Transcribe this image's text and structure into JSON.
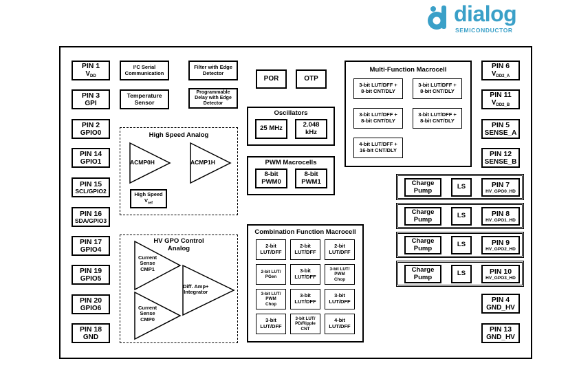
{
  "logo": {
    "word": "dialog",
    "tagline": "SEMICONDUCTOR",
    "color": "#3aa0c8"
  },
  "pins_left": [
    {
      "line1": "PIN 1",
      "line2": "V",
      "sub": "DD"
    },
    {
      "line1": "PIN 3",
      "line2": "GPI"
    },
    {
      "line1": "PIN 2",
      "line2": "GPIO0"
    },
    {
      "line1": "PIN 14",
      "line2": "GPIO1"
    },
    {
      "line1": "PIN 15",
      "line2": "SCL/GPIO2"
    },
    {
      "line1": "PIN 16",
      "line2": "SDA/GPIO3"
    },
    {
      "line1": "PIN 17",
      "line2": "GPIO4"
    },
    {
      "line1": "PIN 19",
      "line2": "GPIO5"
    },
    {
      "line1": "PIN 20",
      "line2": "GPIO6"
    },
    {
      "line1": "PIN 18",
      "line2": "GND"
    }
  ],
  "pins_right": [
    {
      "line1": "PIN 6",
      "line2": "V",
      "sub": "DD2_A"
    },
    {
      "line1": "PIN 11",
      "line2": "V",
      "sub": "DD2_B"
    },
    {
      "line1": "PIN 5",
      "line2": "SENSE_A"
    },
    {
      "line1": "PIN 12",
      "line2": "SENSE_B"
    }
  ],
  "hv_channels": [
    {
      "pump": "Charge Pump",
      "ls": "LS",
      "pin": "PIN 7",
      "name": "HV_GPO0_HD"
    },
    {
      "pump": "Charge Pump",
      "ls": "LS",
      "pin": "PIN 8",
      "name": "HV_GPO1_HD"
    },
    {
      "pump": "Charge Pump",
      "ls": "LS",
      "pin": "PIN 9",
      "name": "HV_GPO2_HD"
    },
    {
      "pump": "Charge Pump",
      "ls": "LS",
      "pin": "PIN 10",
      "name": "HV_GPO3_HD"
    }
  ],
  "pins_hv_gnd": [
    {
      "line1": "PIN 4",
      "line2": "GND_HV"
    },
    {
      "line1": "PIN 13",
      "line2": "GND_HV"
    }
  ],
  "blocks": {
    "i2c_line1": "I²C Serial",
    "i2c_line2": "Communication",
    "filter": "Filter with Edge Detector",
    "temp": "Temperature Sensor",
    "delay": "Programmable Delay with Edge Detector",
    "por": "POR",
    "otp": "OTP"
  },
  "oscillators": {
    "title": "Oscillators",
    "osc1": "25 MHz",
    "osc2_line1": "2.048",
    "osc2_line2": "kHz"
  },
  "pwm": {
    "title": "PWM Macrocells",
    "pwm0_line1": "8-bit",
    "pwm0_line2": "PWM0",
    "pwm1_line1": "8-bit",
    "pwm1_line2": "PWM1"
  },
  "multi_function": {
    "title": "Multi-Function Macrocell",
    "cells": [
      {
        "line1": "3-bit LUT/DFF +",
        "line2": "8-bit CNT/DLY"
      },
      {
        "line1": "3-bit LUT/DFF +",
        "line2": "8-bit CNT/DLY"
      },
      {
        "line1": "3-bit LUT/DFF +",
        "line2": "8-bit CNT/DLY"
      },
      {
        "line1": "3-bit LUT/DFF +",
        "line2": "8-bit CNT/DLY"
      },
      {
        "line1": "4-bit LUT/DFF +",
        "line2": "16-bit CNT/DLY"
      }
    ]
  },
  "high_speed_analog": {
    "title": "High Speed Analog",
    "acmp0": "ACMP0H",
    "acmp1": "ACMP1H",
    "vref_line1": "High Speed",
    "vref_line2": "V",
    "vref_sub": "ref"
  },
  "hv_gpo_control": {
    "title_line1": "HV GPO Control",
    "title_line2": "Analog",
    "cmp1": [
      "Current",
      "Sense",
      "CMP1"
    ],
    "cmp0": [
      "Current",
      "Sense",
      "CMP0"
    ],
    "amp": [
      "Diff. Amp+",
      "Integrator"
    ]
  },
  "combination": {
    "title": "Combination Function Macrocell",
    "cells": [
      [
        "2-bit",
        "LUT/DFF"
      ],
      [
        "2-bit",
        "LUT/DFF"
      ],
      [
        "2-bit",
        "LUT/DFF"
      ],
      [
        "2-bit LUT/",
        "PGen"
      ],
      [
        "3-bit",
        "LUT/DFF"
      ],
      [
        "3-bit LUT/",
        "PWM",
        "Chop"
      ],
      [
        "3-bit LUT/",
        "PWM",
        "Chop"
      ],
      [
        "3-bit",
        "LUT/DFF"
      ],
      [
        "3-bit",
        "LUT/DFF"
      ],
      [
        "3-bit",
        "LUT/DFF"
      ],
      [
        "3-bit LUT/",
        "PD/Ripple",
        "CNT"
      ],
      [
        "4-bit",
        "LUT/DFF"
      ]
    ]
  }
}
